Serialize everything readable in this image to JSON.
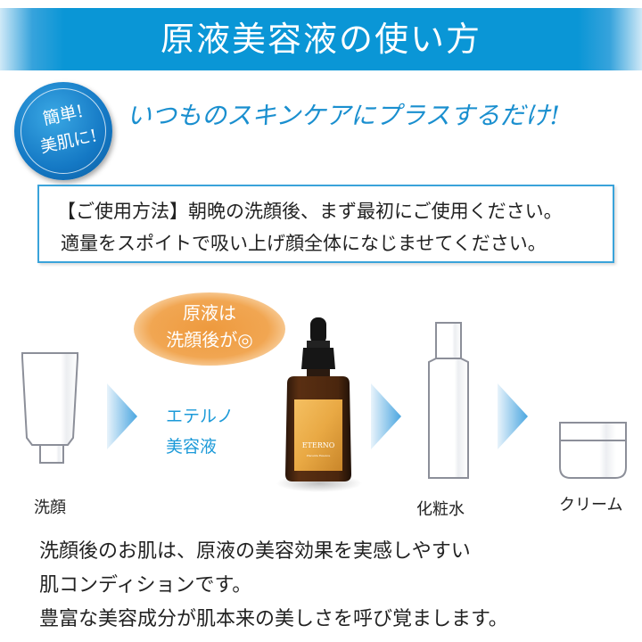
{
  "header": {
    "title": "原液美容液の使い方",
    "color": "#0a96d6"
  },
  "badge": {
    "line1": "簡単!",
    "line2": "美肌に!"
  },
  "tagline": "いつものスキンケアにプラスするだけ!",
  "usage": {
    "line1": "【ご使用方法】朝晩の洗顔後、まず最初にご使用ください。",
    "line2": "適量をスポイトで吸い上げ顔全体になじませてください。"
  },
  "callout": {
    "line1": "原液は",
    "line2": "洗顔後が◎",
    "color": "#f0a04a"
  },
  "steps": [
    {
      "label": "洗顔",
      "icon": "tube-icon"
    },
    {
      "label_line1": "エテルノ",
      "label_line2": "美容液",
      "icon": "serum-bottle-icon",
      "bottle_label": "ETERNO"
    },
    {
      "label": "化粧水",
      "icon": "lotion-bottle-icon"
    },
    {
      "label": "クリーム",
      "icon": "cream-jar-icon"
    }
  ],
  "description": {
    "line1": "洗顔後のお肌は、原液の美容効果を実感しやすい",
    "line2": "肌コンディションです。",
    "line3": "豊富な美容成分が肌本来の美しさを呼び覚まします。"
  }
}
